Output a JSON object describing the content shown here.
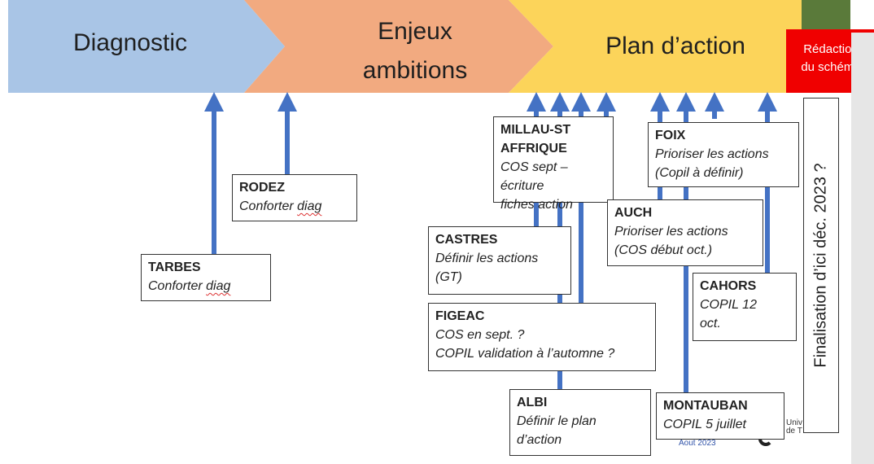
{
  "phases": [
    {
      "label": "Diagnostic",
      "color": "#a9c5e6"
    },
    {
      "label_line1": "Enjeux",
      "label_line2": "ambitions",
      "color": "#f2aa80"
    },
    {
      "label": "Plan d’action",
      "color": "#fcd45a"
    }
  ],
  "redaction": {
    "line1": "Rédaction",
    "line2": "du schéma",
    "color": "#f00000"
  },
  "arrow_color": "#4472c4",
  "boxes": {
    "tarbes": {
      "title": "TARBES",
      "lines": [
        "Conforter diag"
      ]
    },
    "rodez": {
      "title": "RODEZ",
      "lines": [
        "Conforter diag"
      ]
    },
    "millau": {
      "title_line1": "MILLAU-ST",
      "title_line2": "AFFRIQUE",
      "lines": [
        "COS sept – écriture",
        "fiches action"
      ]
    },
    "castres": {
      "title": "CASTRES",
      "lines": [
        "Définir les actions",
        "(GT)"
      ]
    },
    "figeac": {
      "title": "FIGEAC",
      "lines": [
        "COS en sept. ?",
        "COPIL validation à l’automne ?"
      ]
    },
    "albi": {
      "title": "ALBI",
      "lines": [
        "Définir le plan",
        "d’action"
      ]
    },
    "foix": {
      "title": "FOIX",
      "lines": [
        "Prioriser les actions",
        "(Copil à définir)"
      ]
    },
    "auch": {
      "title": "AUCH",
      "lines": [
        "Prioriser les actions",
        "(COS début oct.)"
      ]
    },
    "cahors": {
      "title": "CAHORS",
      "lines": [
        "COPIL 12",
        "oct."
      ]
    },
    "montauban": {
      "title": "MONTAUBAN",
      "lines": [
        "COPIL 5 juillet"
      ]
    }
  },
  "finalisation": "Finalisation d’ici déc. 2023 ?",
  "background_fragments": {
    "d": "d",
    "univ": "Univ",
    "de_t": "de T",
    "aout": "Aout 2023"
  }
}
